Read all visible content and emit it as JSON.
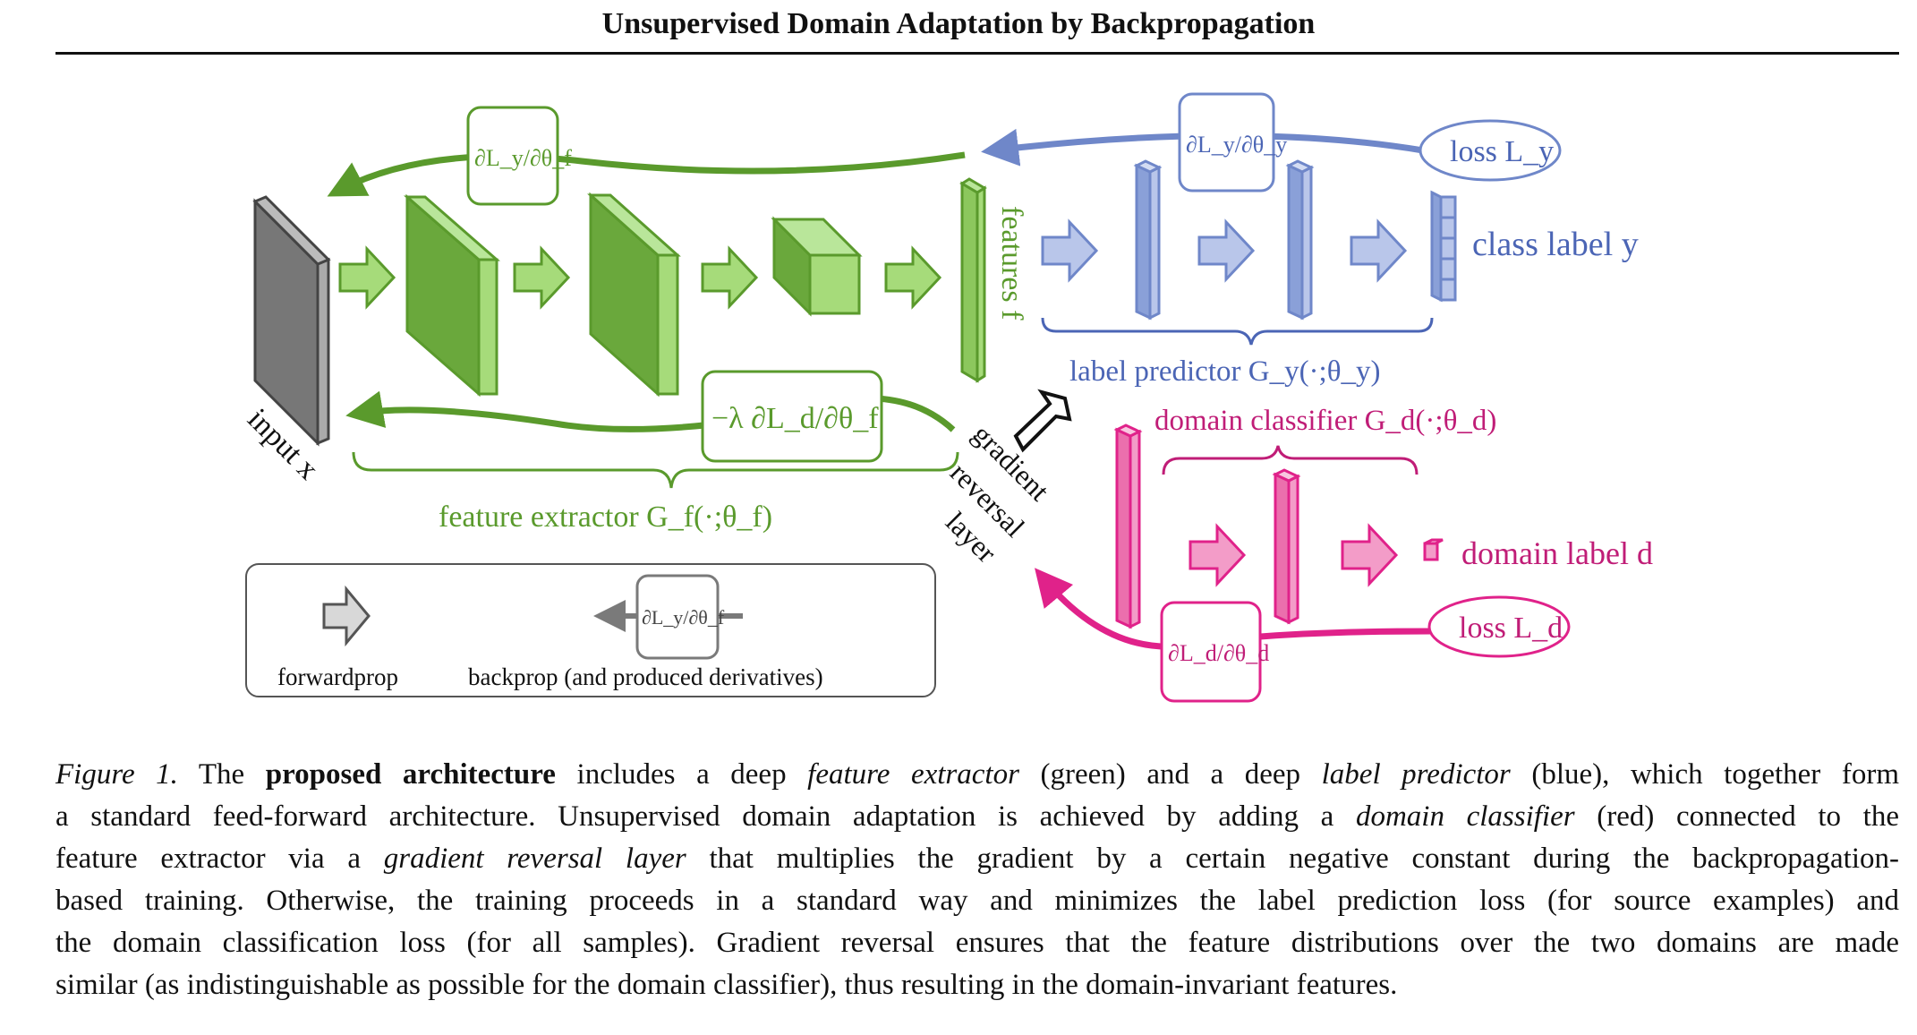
{
  "header": {
    "title": "Unsupervised Domain Adaptation by Backpropagation"
  },
  "colors": {
    "green": "#5a9a2c",
    "green_fill": "#a6db7a",
    "blue": "#6f87c9",
    "blue_fill": "#b9c6ea",
    "pink": "#e0228a",
    "pink_fill": "#f39cc8",
    "gray": "#7a7a7a"
  },
  "figure": {
    "input_label": "input x",
    "features_label": "features f",
    "class_label": "class label y",
    "domain_label": "domain label d",
    "loss_y": "loss L_y",
    "loss_d": "loss L_d",
    "grl_line1": "gradient",
    "grl_line2": "reversal",
    "grl_line3": "layer",
    "feature_extractor_label": "feature extractor G_f(·;θ_f)",
    "label_predictor_label": "label predictor G_y(·;θ_y)",
    "domain_classifier_label": "domain classifier G_d(·;θ_d)",
    "grad_fe_label": "∂L_y/∂θ_f",
    "grad_lp_label": "∂L_y/∂θ_y",
    "grad_dc_label": "∂L_d/∂θ_d",
    "grad_rev_label": "−λ ∂L_d/∂θ_f",
    "legend": {
      "forwardprop": "forwardprop",
      "backprop": "backprop (and produced derivatives)",
      "grad_label": "∂L_y/∂θ_f"
    }
  },
  "caption": {
    "fig_label": "Figure 1.",
    "l1a": " The ",
    "l1b": "proposed architecture",
    "l1c": " includes a deep ",
    "l1d": "feature extractor",
    "l1e": " (green) and a deep ",
    "l1f": "label predictor",
    "l1g": " (blue), which together form",
    "l2a": "a standard feed-forward architecture. Unsupervised domain adaptation is achieved by adding a ",
    "l2b": "domain classifier",
    "l2c": " (red) connected to the",
    "l3a": "feature extractor via a ",
    "l3b": "gradient reversal layer",
    "l3c": " that multiplies the gradient by a certain negative constant during the backpropagation-",
    "l4": "based training. Otherwise, the training proceeds in a standard way and minimizes the label prediction loss (for source examples) and",
    "l5": "the domain classification loss (for all samples). Gradient reversal ensures that the feature distributions over the two domains are made",
    "l6": "similar (as indistinguishable as possible for the domain classifier), thus resulting in the domain-invariant features."
  }
}
